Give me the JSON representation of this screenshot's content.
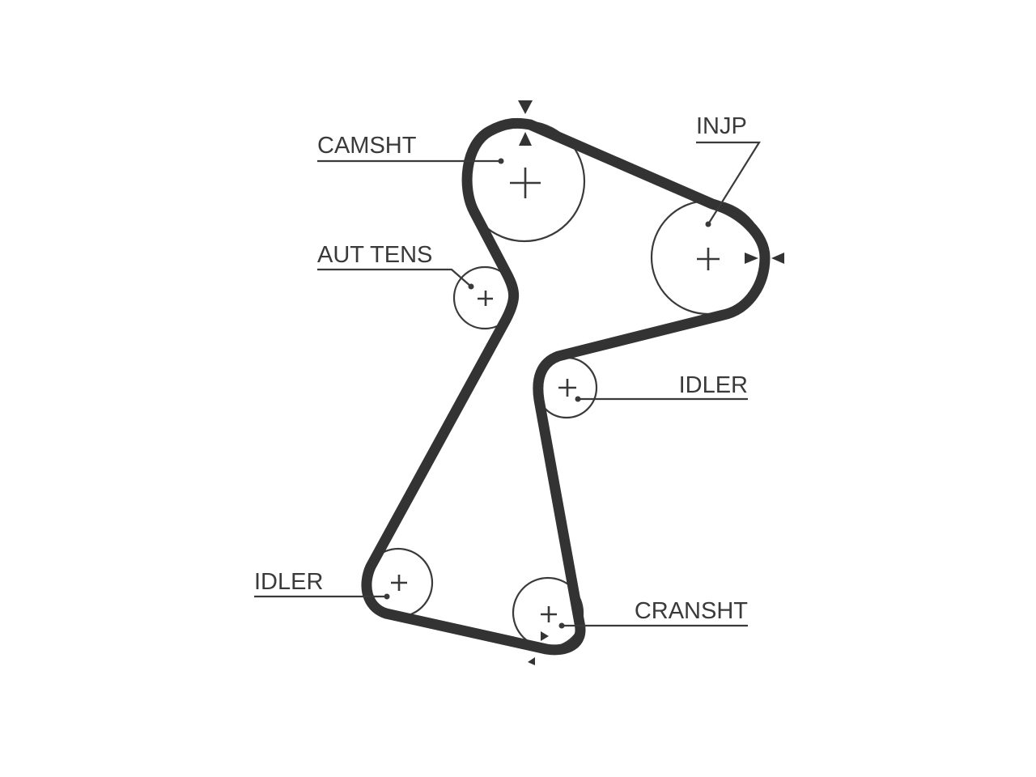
{
  "labels": {
    "camshaft": "CAMSHT",
    "injection_pump": "INJP",
    "auto_tensioner": "AUT TENS",
    "idler_right": "IDLER",
    "idler_left": "IDLER",
    "crankshaft": "CRANSHT"
  },
  "colors": {
    "line": "#333333",
    "text": "#3a3a3a",
    "background": "#ffffff"
  }
}
